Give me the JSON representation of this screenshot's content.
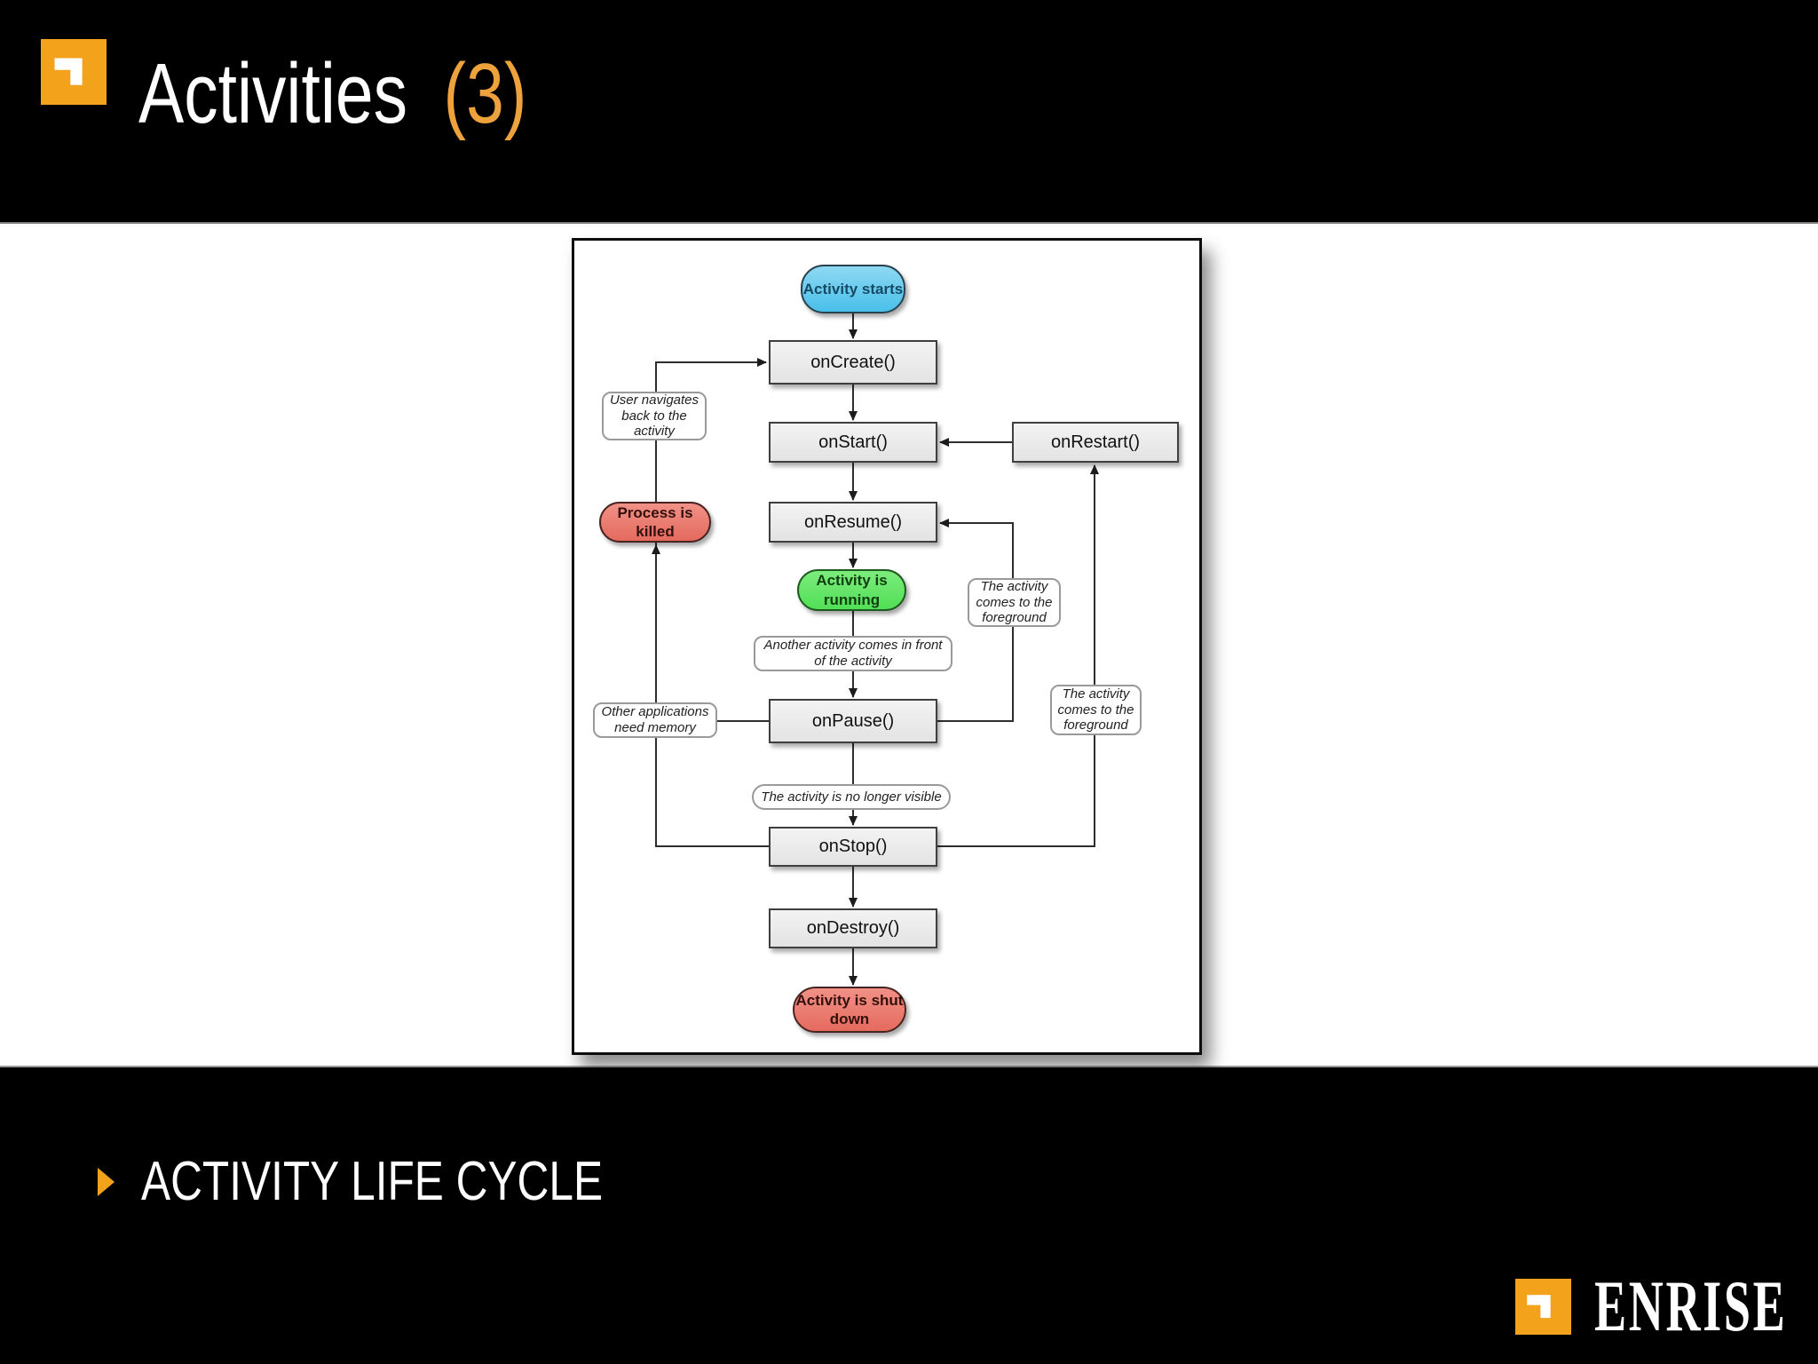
{
  "header": {
    "title": "Activities",
    "suffix": "(3)"
  },
  "footer": {
    "bullet_text": "ACTIVITY LIFE CYCLE"
  },
  "brand": {
    "logo_text": "ENRISE"
  },
  "colors": {
    "accent_orange": "#F2A31B",
    "title_suffix_orange": "#EDA23B",
    "start_pill_blue": "#54C7F0",
    "running_pill_green": "#58E25C",
    "terminal_pill_red": "#EE7E72",
    "callback_box_gray": "#E9E9E9"
  },
  "diagram": {
    "states": {
      "start": "Activity starts",
      "running": "Activity is running",
      "killed": "Process is killed",
      "shutdown": "Activity is shut down"
    },
    "callbacks": {
      "oncreate": "onCreate()",
      "onstart": "onStart()",
      "onresume": "onResume()",
      "onpause": "onPause()",
      "onstop": "onStop()",
      "ondestroy": "onDestroy()",
      "onrestart": "onRestart()"
    },
    "annotations": {
      "user_navigates": "User navigates back to the activity",
      "comes_to_foreground": "The activity comes to the foreground",
      "another_activity": "Another activity comes in front of the activity",
      "other_apps": "Other applications need memory",
      "no_longer_visible": "The activity is no longer visible"
    }
  }
}
